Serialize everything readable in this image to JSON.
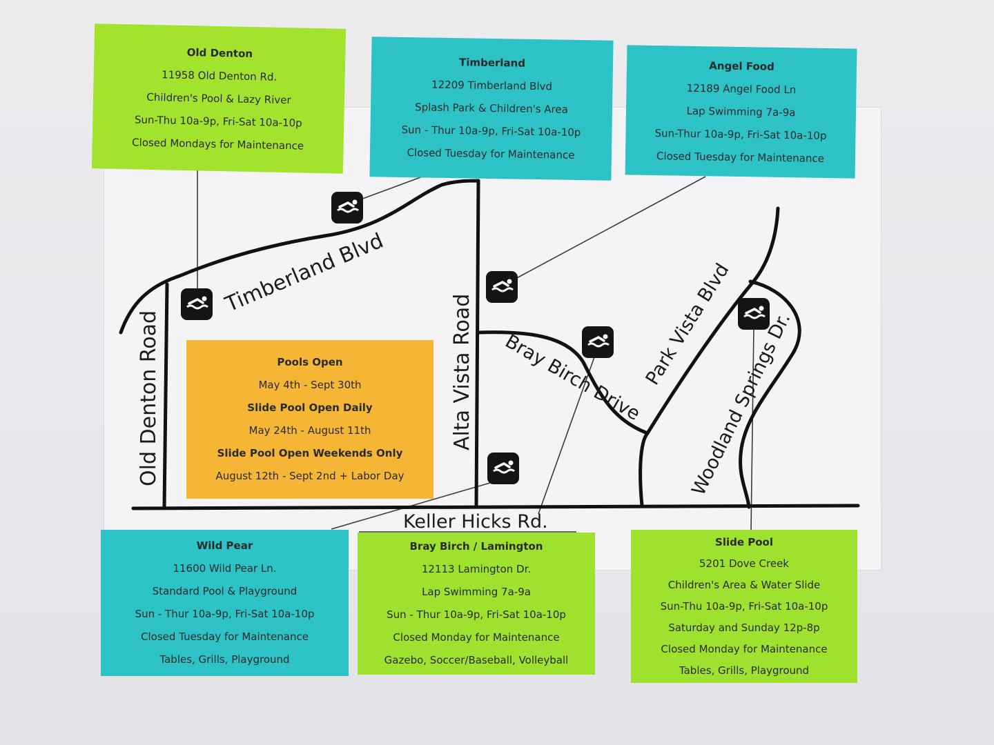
{
  "boxes": {
    "old_denton": {
      "title": "Old Denton",
      "address": "11958 Old Denton Rd.",
      "feature": "Children's Pool & Lazy River",
      "hours": "Sun-Thu 10a-9p, Fri-Sat 10a-10p",
      "closed": "Closed Mondays for Maintenance",
      "color": "#a3e32e"
    },
    "timberland": {
      "title": "Timberland",
      "address": "12209 Timberland Blvd",
      "feature": "Splash Park & Children's Area",
      "hours": "Sun - Thur 10a-9p, Fri-Sat 10a-10p",
      "closed": "Closed Tuesday for Maintenance",
      "color": "#2cc2c6"
    },
    "angel_food": {
      "title": "Angel Food",
      "address": "12189 Angel Food Ln",
      "feature": "Lap Swimming 7a-9a",
      "hours": "Sun-Thur 10a-9p, Fri-Sat 10a-10p",
      "closed": "Closed Tuesday for Maintenance",
      "color": "#2cc2c6"
    },
    "pools_open": {
      "title": "Pools Open",
      "dates": "May 4th - Sept 30th",
      "slide_daily": "Slide Pool Open Daily",
      "slide_daily_dates": "May 24th - August 11th",
      "slide_weekends": "Slide Pool Open Weekends Only",
      "slide_weekends_dates": "August 12th - Sept 2nd + Labor Day",
      "color": "#f4b634"
    },
    "wild_pear": {
      "title": "Wild Pear",
      "address": "11600 Wild Pear Ln.",
      "feature": "Standard Pool & Playground",
      "hours": "Sun - Thur 10a-9p, Fri-Sat 10a-10p",
      "closed": "Closed Tuesday for Maintenance",
      "amenities": "Tables, Grills, Playground",
      "color": "#2cc2c6"
    },
    "bray_birch": {
      "title": "Bray Birch / Lamington",
      "address": "12113 Lamington Dr.",
      "feature": "Lap Swimming 7a-9a",
      "hours": "Sun - Thur 10a-9p, Fri-Sat 10a-10p",
      "closed": "Closed Monday for Maintenance",
      "amenities": "Gazebo, Soccer/Baseball, Volleyball",
      "color": "#a3e32e"
    },
    "slide_pool": {
      "title": "Slide Pool",
      "address": "5201 Dove Creek",
      "feature": "Children's Area & Water Slide",
      "hours": "Sun-Thu 10a-9p, Fri-Sat 10a-10p",
      "weekend": "Saturday and Sunday 12p-8p",
      "closed": "Closed Monday for Maintenance",
      "amenities": "Tables, Grills, Playground",
      "color": "#a3e32e"
    }
  },
  "roads": {
    "old_denton": "Old Denton Road",
    "timberland": "Timberland Blvd",
    "alta_vista": "Alta Vista Road",
    "bray_birch": "Bray Birch Drive",
    "park_vista": "Park Vista Blvd",
    "woodland_springs": "Woodland Springs Dr.",
    "keller_hicks": "Keller Hicks Rd."
  },
  "icons": [
    "swimmer-icon"
  ]
}
